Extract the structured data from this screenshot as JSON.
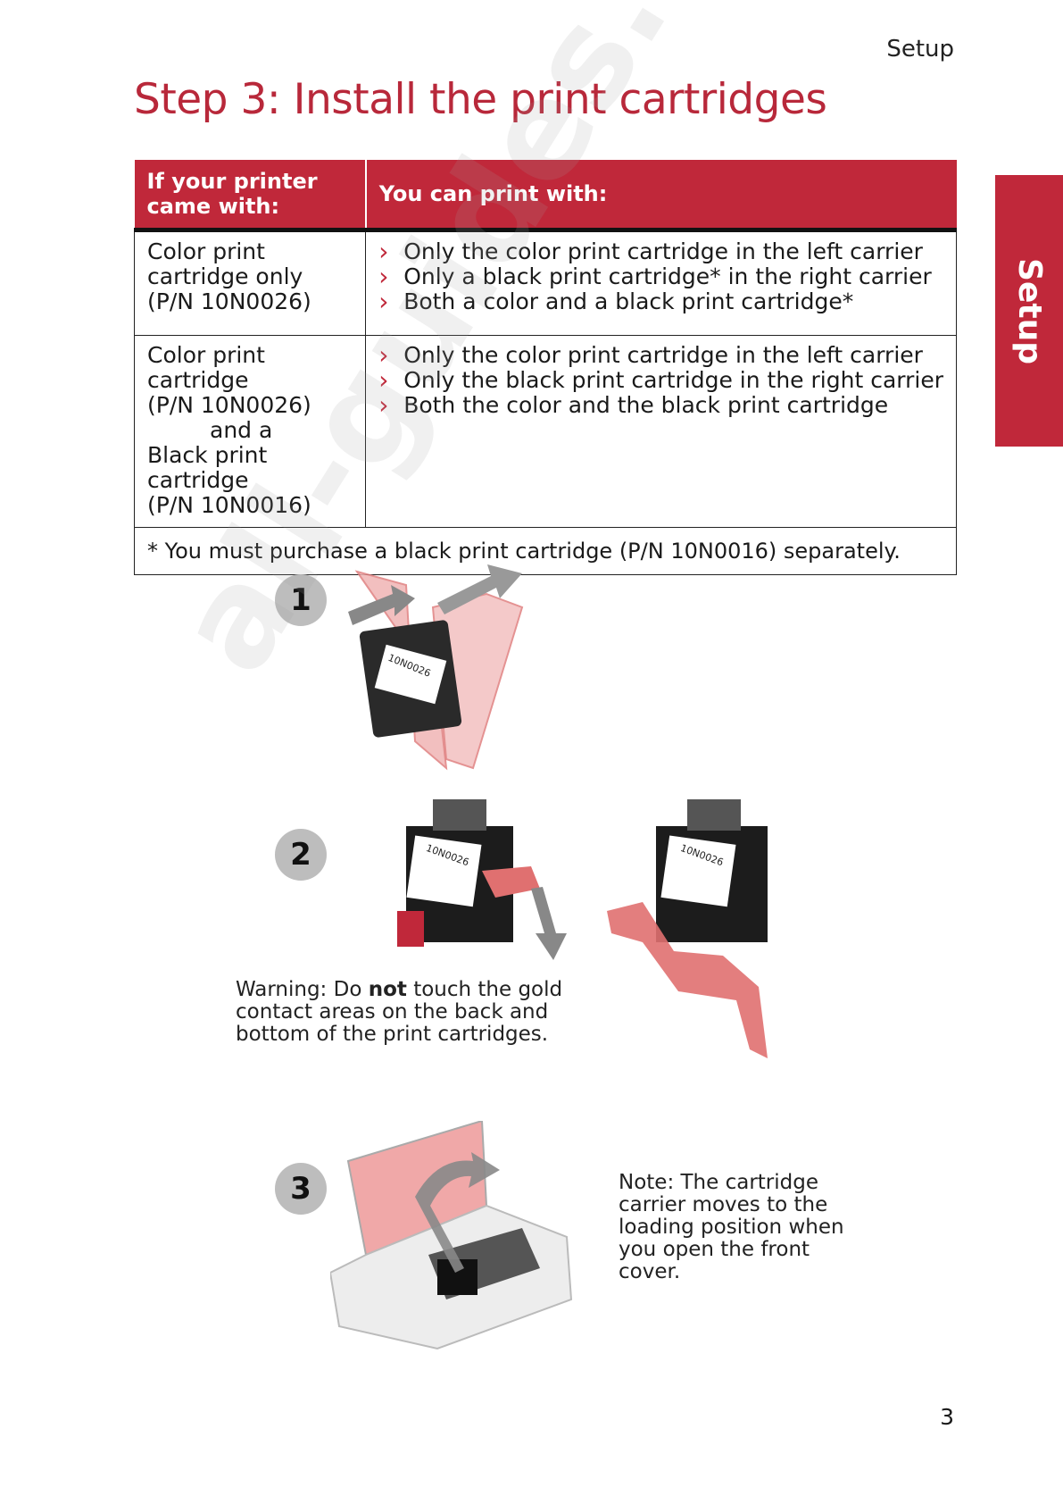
{
  "header": {
    "section": "Setup"
  },
  "title": "Step 3: Install the print cartridges",
  "side_tab": "Setup",
  "table": {
    "headers": [
      "If your printer came with:",
      "You can print with:"
    ],
    "rows": [
      {
        "came_with": [
          "Color print cartridge only",
          "(P/N 10N0026)"
        ],
        "print_with": [
          "Only the color print cartridge in the left carrier",
          "Only a black print cartridge* in the right carrier",
          "Both a color and a black print cartridge*"
        ]
      },
      {
        "came_with": [
          "Color print cartridge",
          "(P/N 10N0026)",
          "and a",
          "Black print cartridge",
          "(P/N 10N0016)"
        ],
        "print_with": [
          "Only the color print cartridge in the left carrier",
          "Only the black print cartridge in the right carrier",
          "Both the color and the black print cartridge"
        ]
      }
    ],
    "footnote": "* You must purchase a black print cartridge (P/N 10N0016) separately."
  },
  "steps": [
    "1",
    "2",
    "3"
  ],
  "cartridge_label": "10N0026",
  "warning": {
    "prefix": "Warning: Do ",
    "emphasis": "not",
    "suffix": " touch the gold contact areas on the back and bottom of the print cartridges."
  },
  "note": "Note: The cartridge carrier moves to the loading position when you open the front cover.",
  "watermark": "all-guides.com",
  "page_number": "3",
  "colors": {
    "accent": "#c0283a",
    "tape": "#e07070"
  }
}
